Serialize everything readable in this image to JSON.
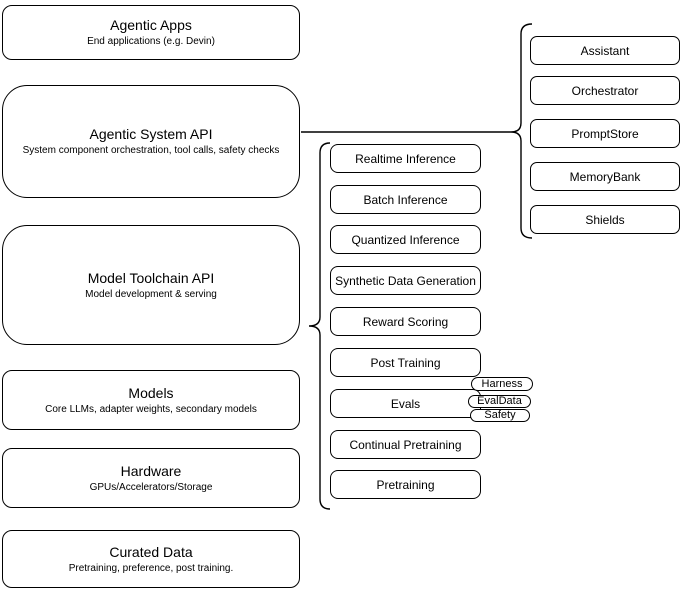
{
  "left": [
    {
      "title": "Agentic Apps",
      "subtitle": "End applications (e.g. Devin)"
    },
    {
      "title": "Agentic System API",
      "subtitle": "System component orchestration, tool calls, safety checks"
    },
    {
      "title": "Model Toolchain API",
      "subtitle": "Model development & serving"
    },
    {
      "title": "Models",
      "subtitle": "Core LLMs, adapter weights, secondary models"
    },
    {
      "title": "Hardware",
      "subtitle": "GPUs/Accelerators/Storage"
    },
    {
      "title": "Curated Data",
      "subtitle": "Pretraining, preference, post training."
    }
  ],
  "toolchain": [
    "Realtime Inference",
    "Batch Inference",
    "Quantized Inference",
    "Synthetic Data Generation",
    "Reward Scoring",
    "Post Training",
    "Evals",
    "Continual Pretraining",
    "Pretraining"
  ],
  "evals_tags": [
    "Harness",
    "EvalData",
    "Safety"
  ],
  "system_components": [
    "Assistant",
    "Orchestrator",
    "PromptStore",
    "MemoryBank",
    "Shields"
  ],
  "colors": {
    "stroke": "#000000",
    "fill": "#ffffff",
    "text": "#000000",
    "background": "#ffffff"
  }
}
